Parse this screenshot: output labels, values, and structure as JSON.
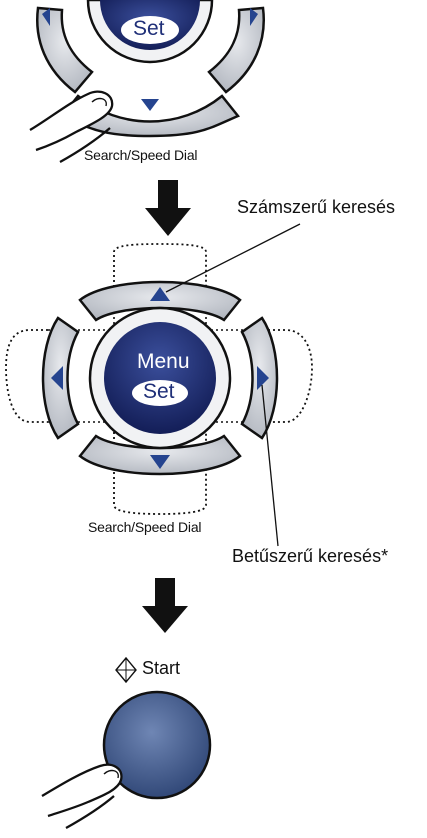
{
  "step1": {
    "set_label": "Set",
    "caption": "Search/Speed Dial"
  },
  "step2": {
    "menu_label": "Menu",
    "set_label": "Set",
    "caption": "Search/Speed Dial",
    "callout_numeric": "Számszerű keresés",
    "callout_alpha": "Betűszerű keresés*"
  },
  "step3": {
    "start_label": "Start"
  },
  "icons": [
    "arrow-up-icon",
    "arrow-down-icon",
    "arrow-left-icon",
    "arrow-right-icon",
    "flow-arrow-icon",
    "start-diamond-icon",
    "finger-icon"
  ],
  "colors": {
    "key_gray": "#c7cbd2",
    "center_navy": "#1f2f78",
    "arrow_blue": "#25448f",
    "start_button": "#4a6496"
  }
}
